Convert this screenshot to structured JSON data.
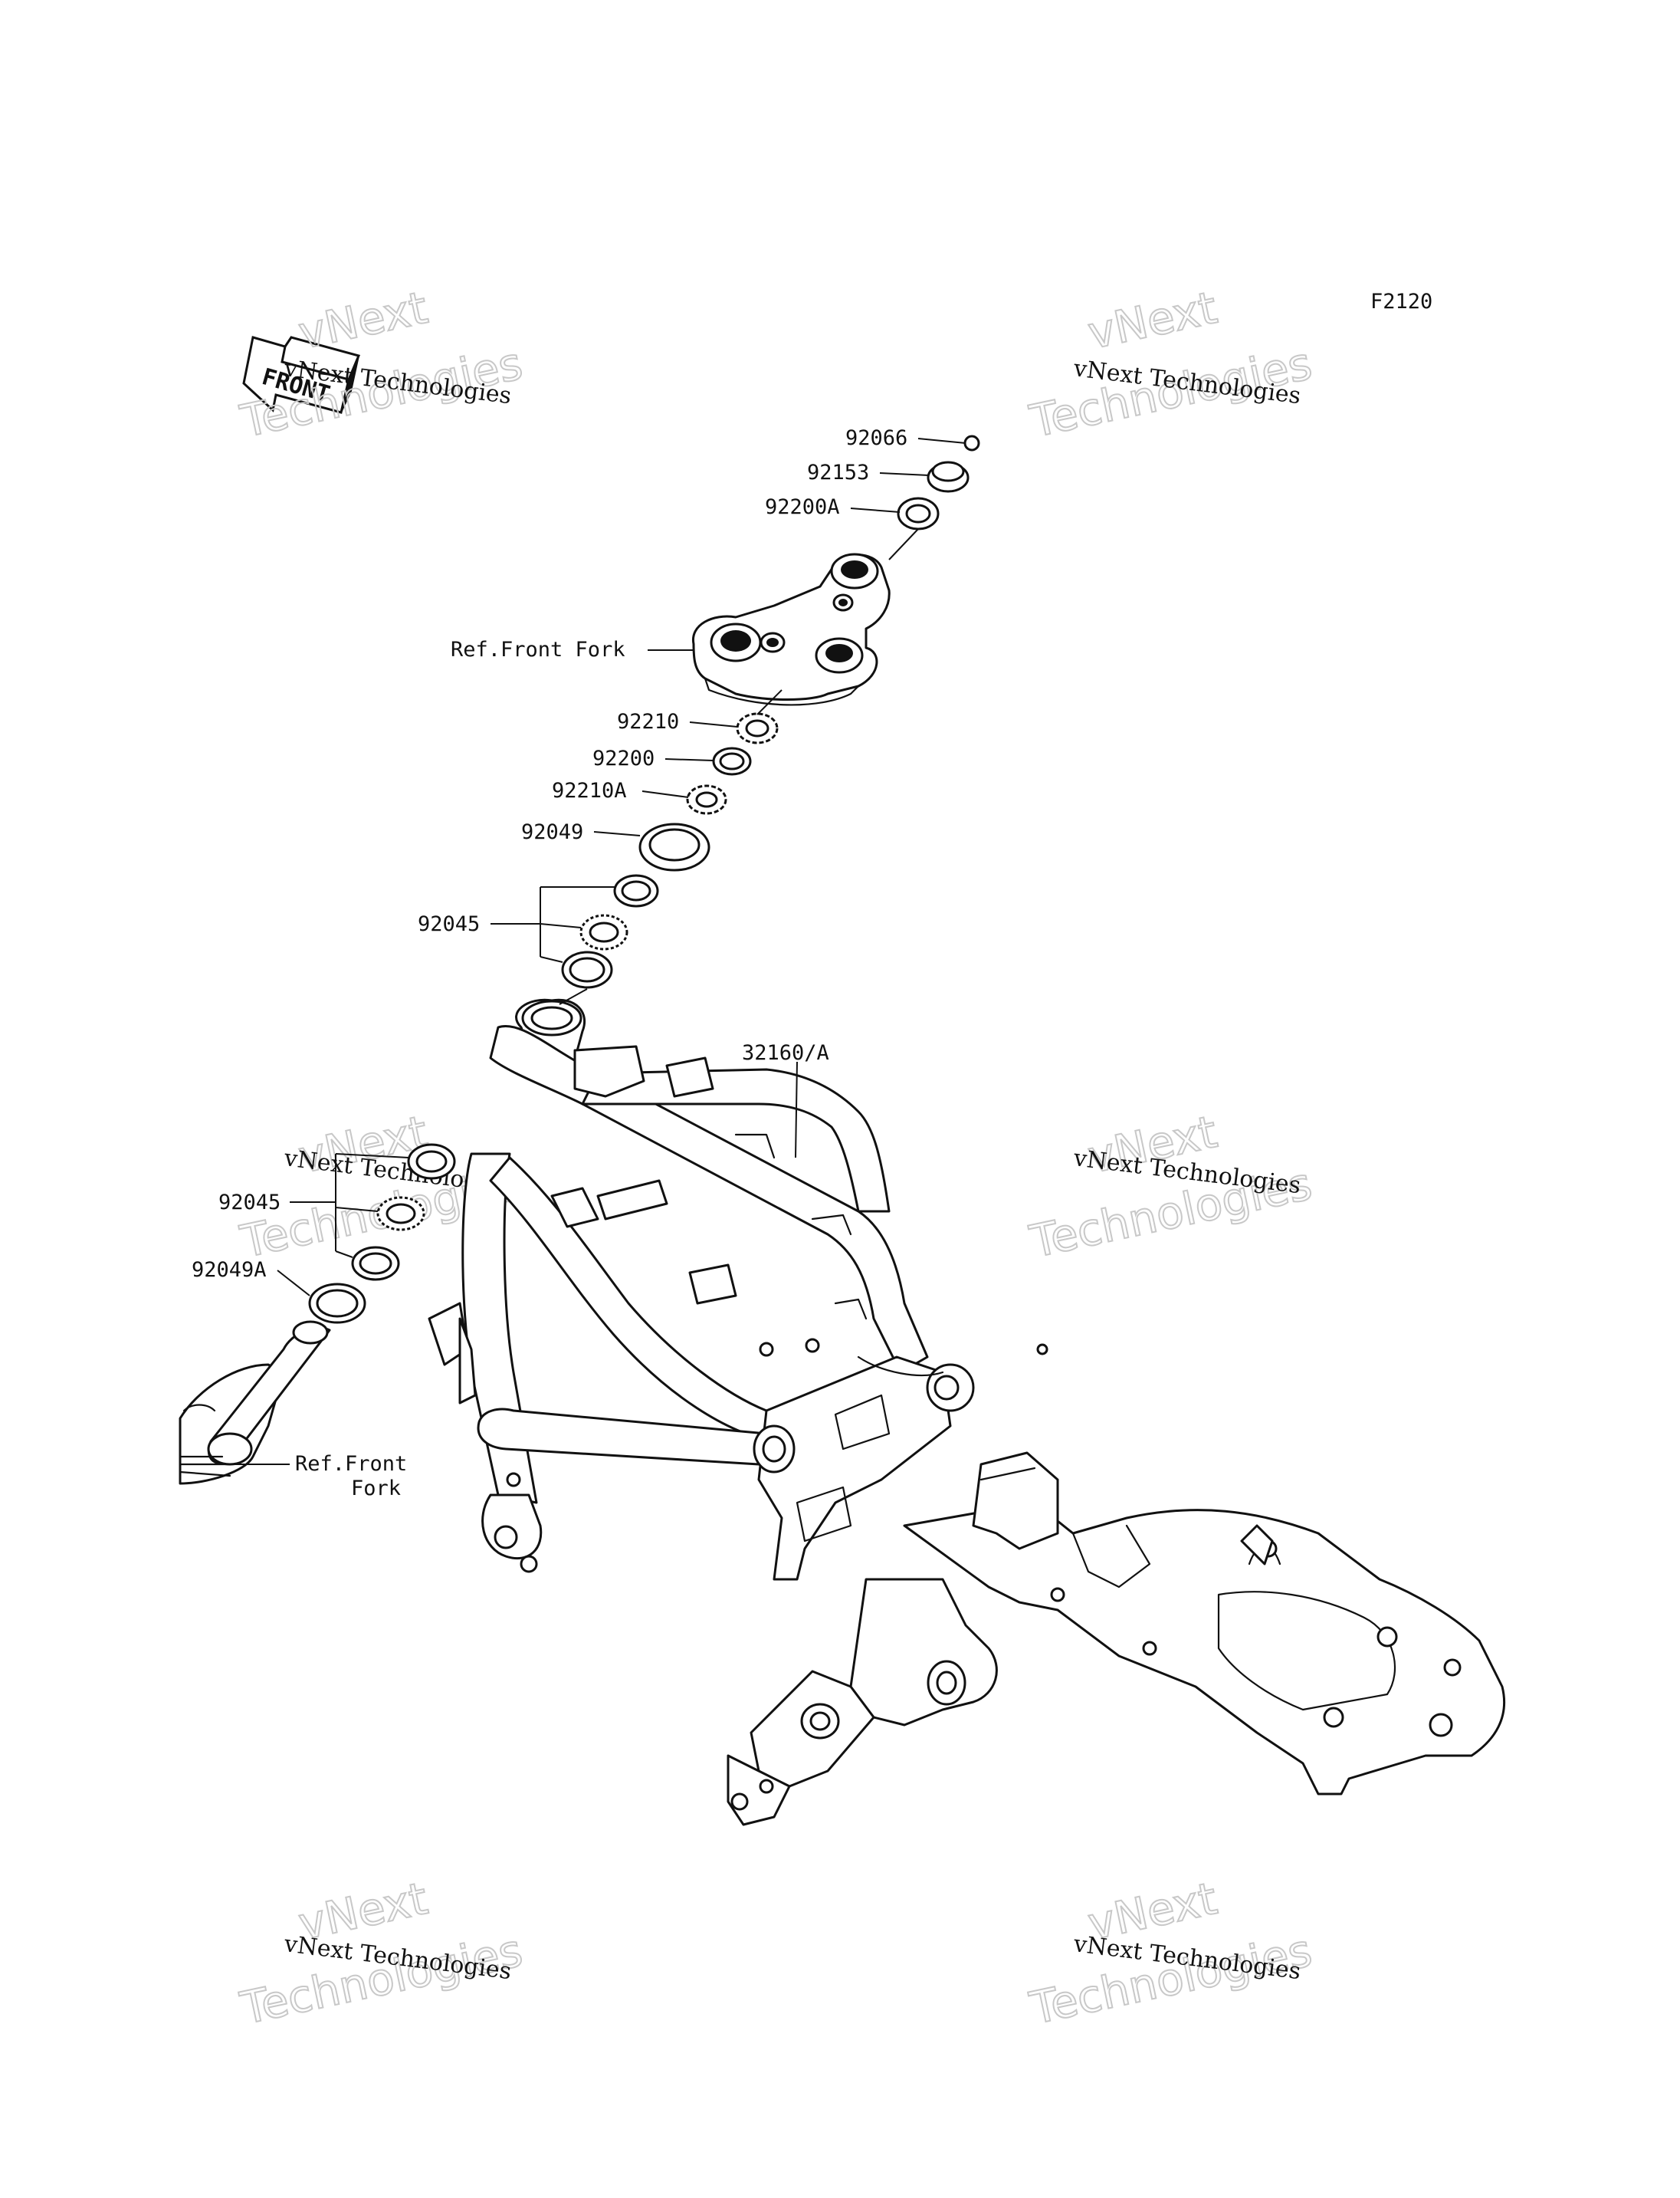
{
  "diagram_code": "F2120",
  "front_arrow_label": "FRONT",
  "watermark": {
    "line1": "vNext Technologies",
    "line2": "vNext",
    "line3": "Technologies"
  },
  "callouts": {
    "p92066": "92066",
    "p92153": "92153",
    "p92200A": "92200A",
    "ref_front_fork_upper": "Ref.Front Fork",
    "p92210": "92210",
    "p92200": "92200",
    "p92210A": "92210A",
    "p92049": "92049",
    "p92045_upper": "92045",
    "p32160A": "32160/A",
    "p92045_lower": "92045",
    "p92049A": "92049A",
    "ref_front_fork_lower_1": "Ref.Front",
    "ref_front_fork_lower_2": "Fork"
  }
}
